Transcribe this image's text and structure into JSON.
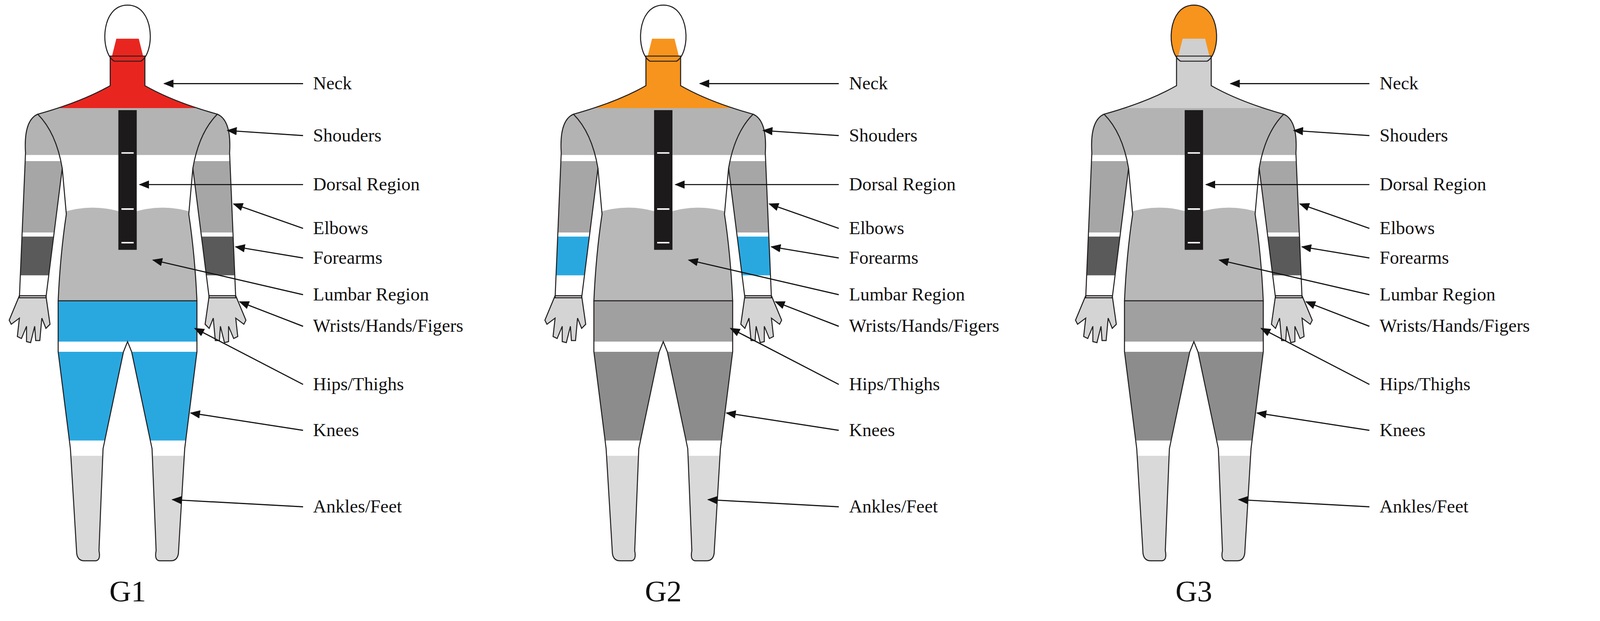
{
  "diagram": {
    "labels": [
      "Neck",
      "Shouders",
      "Dorsal Region",
      "Elbows",
      "Forearms",
      "Lumbar Region",
      "Wrists/Hands/Figers",
      "Hips/Thighs",
      "Knees",
      "Ankles/Feet",
      "G1",
      "Neck",
      "Shouders",
      "Dorsal Region",
      "Elbows",
      "Forearms",
      "Lumbar Region",
      "Wrists/Hands/Figers",
      "Hips/Thighs",
      "Knees",
      "Ankles/Feet",
      "G2",
      "Neck",
      "Shouders",
      "Dorsal Region",
      "Elbows",
      "Forearms",
      "Lumbar Region",
      "Wrists/Hands/Figers",
      "Hips/Thighs",
      "Knees",
      "Ankles/Feet",
      "G3"
    ]
  }
}
